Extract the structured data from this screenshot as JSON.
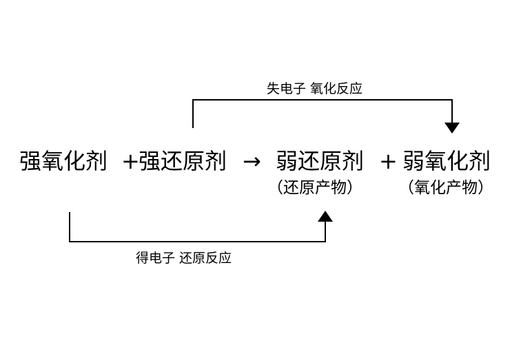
{
  "equation": {
    "reactant_oxidant": "强氧化剂",
    "plus_1": "+",
    "reactant_reductant": "强还原剂",
    "arrow": "→",
    "product_reductant": "弱还原剂",
    "plus_2": "+",
    "product_oxidant": "弱氧化剂"
  },
  "annotations": {
    "reduction_product": "（还原产物）",
    "oxidation_product": "（氧化产物）"
  },
  "top_label": "失电子 氧化反应",
  "bottom_label": "得电子 还原反应",
  "colors": {
    "line": "#000000",
    "text": "#000000",
    "background": "#ffffff"
  }
}
